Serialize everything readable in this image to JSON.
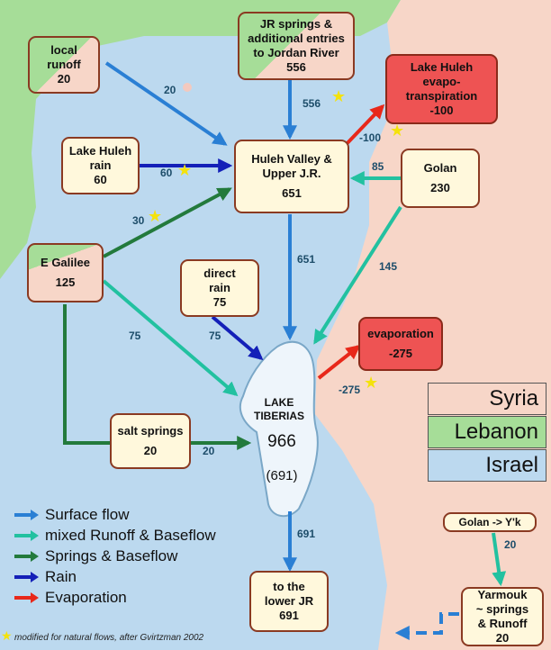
{
  "boxes": {
    "local_runoff": {
      "label": [
        "local",
        "runoff"
      ],
      "value": "20"
    },
    "jr_springs": {
      "label": [
        "JR springs &",
        "additional entries",
        "to Jordan River"
      ],
      "value": "556"
    },
    "huleh_evapo": {
      "label": [
        "Lake Huleh",
        "evapo-",
        "transpiration"
      ],
      "value": "-100"
    },
    "huleh_rain": {
      "label": [
        "Lake Huleh",
        "rain"
      ],
      "value": "60"
    },
    "huleh_valley": {
      "label": [
        "Huleh Valley &",
        "Upper J.R."
      ],
      "value": "651"
    },
    "golan": {
      "label": [
        "Golan"
      ],
      "value": "230"
    },
    "e_galilee": {
      "label": [
        "E Galilee"
      ],
      "value": "125"
    },
    "direct_rain": {
      "label": [
        "direct",
        "rain"
      ],
      "value": "75"
    },
    "evaporation": {
      "label": [
        "evaporation"
      ],
      "value": "-275"
    },
    "salt_springs": {
      "label": [
        "salt springs"
      ],
      "value": "20"
    },
    "lower_jr": {
      "label": [
        "to the",
        "lower JR"
      ],
      "value": "691"
    },
    "golan_yk": {
      "label": [
        "Golan -> Y'k"
      ]
    },
    "yarmouk": {
      "label": [
        "Yarmouk",
        "~ springs",
        "& Runoff"
      ],
      "value": "20"
    }
  },
  "lake": {
    "name": [
      "LAKE",
      "TIBERIAS"
    ],
    "value": "966",
    "sub": "(691)"
  },
  "flow_labels": {
    "runoff_to_huleh": "20",
    "jr_to_huleh": "556",
    "evapo": "-100",
    "rain_to_huleh": "60",
    "golan_to_huleh": "85",
    "galilee_to_huleh": "30",
    "huleh_to_lake": "651",
    "golan_to_lake": "145",
    "galilee_to_lake": "75",
    "rain_to_lake": "75",
    "lake_evap": "-275",
    "salt_to_lake": "20",
    "lake_to_lower": "691",
    "golan_to_yk": "20"
  },
  "legend": [
    {
      "label": "Surface flow",
      "color": "#2a7fd4"
    },
    {
      "label": "mixed Runoff & Baseflow",
      "color": "#22c1a0"
    },
    {
      "label": "Springs & Baseflow",
      "color": "#237a3c"
    },
    {
      "label": "Rain",
      "color": "#1420b8"
    },
    {
      "label": "Evaporation",
      "color": "#e8281a"
    }
  ],
  "countries": [
    {
      "label": "Syria",
      "color": "#f7d6c8"
    },
    {
      "label": "Lebanon",
      "color": "#a6dd98"
    },
    {
      "label": "Israel",
      "color": "#bcd9ef"
    }
  ],
  "note": "modified for natural flows, after Gvirtzman 2002",
  "colors": {
    "israel": "#bcd9ef",
    "lebanon": "#a6dd98",
    "syria": "#f7d6c8",
    "lake": "#eef5fb"
  }
}
